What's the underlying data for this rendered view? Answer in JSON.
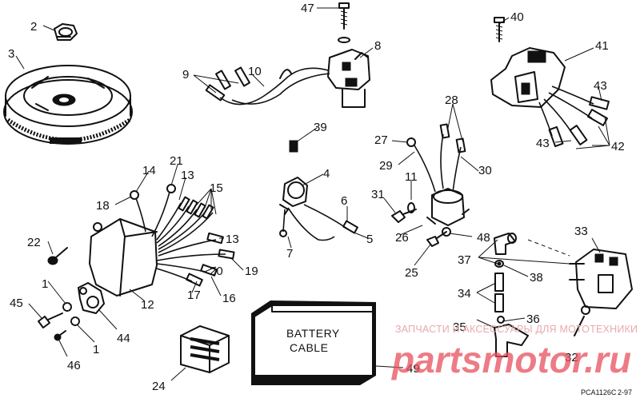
{
  "diagram": {
    "box_label_line1": "BATTERY",
    "box_label_line2": "CABLE",
    "drawing_code": "PCA1126C",
    "revision": "2-97",
    "watermark_text": "ЗАПЧАСТИ И АКСЕССУАРЫ ДЛЯ МОТОТЕХНИКИ",
    "watermark_logo": "partsmotor.ru"
  },
  "callouts": [
    {
      "id": "c47",
      "label": "47"
    },
    {
      "id": "c40",
      "label": "40"
    },
    {
      "id": "c2",
      "label": "2"
    },
    {
      "id": "c8",
      "label": "8"
    },
    {
      "id": "c41",
      "label": "41"
    },
    {
      "id": "c3",
      "label": "3"
    },
    {
      "id": "c9",
      "label": "9"
    },
    {
      "id": "c10",
      "label": "10"
    },
    {
      "id": "c43a",
      "label": "43"
    },
    {
      "id": "c28",
      "label": "28"
    },
    {
      "id": "c39",
      "label": "39"
    },
    {
      "id": "c27",
      "label": "27"
    },
    {
      "id": "c43b",
      "label": "43"
    },
    {
      "id": "c42",
      "label": "42"
    },
    {
      "id": "c21",
      "label": "21"
    },
    {
      "id": "c14",
      "label": "14"
    },
    {
      "id": "c13a",
      "label": "13"
    },
    {
      "id": "c4",
      "label": "4"
    },
    {
      "id": "c29",
      "label": "29"
    },
    {
      "id": "c30",
      "label": "30"
    },
    {
      "id": "c11",
      "label": "11"
    },
    {
      "id": "c15",
      "label": "15"
    },
    {
      "id": "c18",
      "label": "18"
    },
    {
      "id": "c31",
      "label": "31"
    },
    {
      "id": "c6",
      "label": "6"
    },
    {
      "id": "c26",
      "label": "26"
    },
    {
      "id": "c5",
      "label": "5"
    },
    {
      "id": "c48",
      "label": "48"
    },
    {
      "id": "c33",
      "label": "33"
    },
    {
      "id": "c22",
      "label": "22"
    },
    {
      "id": "c13b",
      "label": "13"
    },
    {
      "id": "c7",
      "label": "7"
    },
    {
      "id": "c25",
      "label": "25"
    },
    {
      "id": "c37",
      "label": "37"
    },
    {
      "id": "c20",
      "label": "20"
    },
    {
      "id": "c19",
      "label": "19"
    },
    {
      "id": "c1a",
      "label": "1"
    },
    {
      "id": "c38",
      "label": "38"
    },
    {
      "id": "c17",
      "label": "17"
    },
    {
      "id": "c16",
      "label": "16"
    },
    {
      "id": "c12",
      "label": "12"
    },
    {
      "id": "c45",
      "label": "45"
    },
    {
      "id": "c34",
      "label": "34"
    },
    {
      "id": "c44",
      "label": "44"
    },
    {
      "id": "c36",
      "label": "36"
    },
    {
      "id": "c35",
      "label": "35"
    },
    {
      "id": "c1b",
      "label": "1"
    },
    {
      "id": "c46",
      "label": "46"
    },
    {
      "id": "c32",
      "label": "32"
    },
    {
      "id": "c49",
      "label": "49"
    },
    {
      "id": "c24",
      "label": "24"
    }
  ]
}
